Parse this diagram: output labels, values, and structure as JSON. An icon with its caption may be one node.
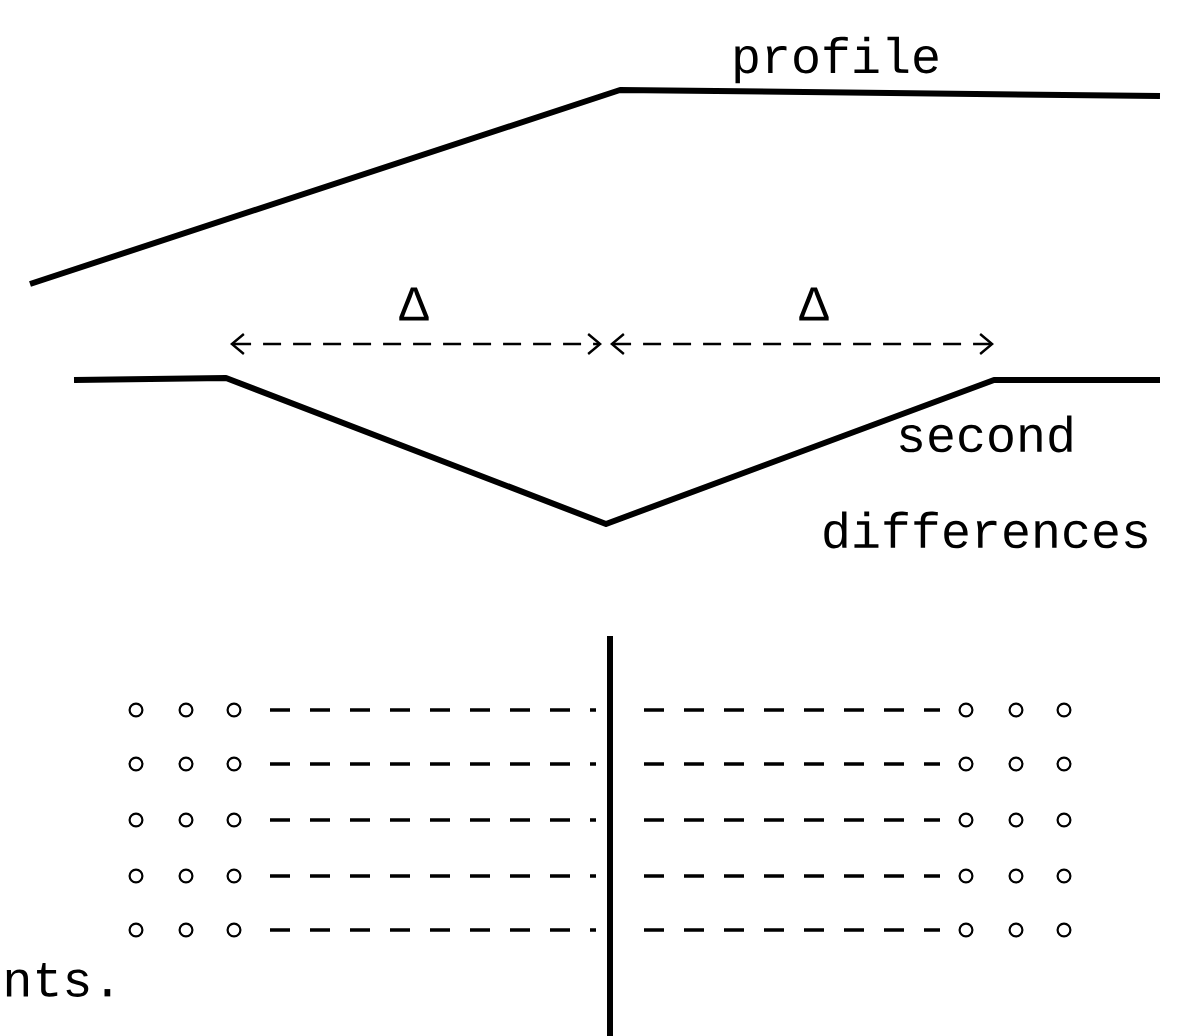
{
  "diagram": {
    "labels": [
      "profile",
      "Δ",
      "Δ",
      "second differences",
      "nts."
    ]
  }
}
